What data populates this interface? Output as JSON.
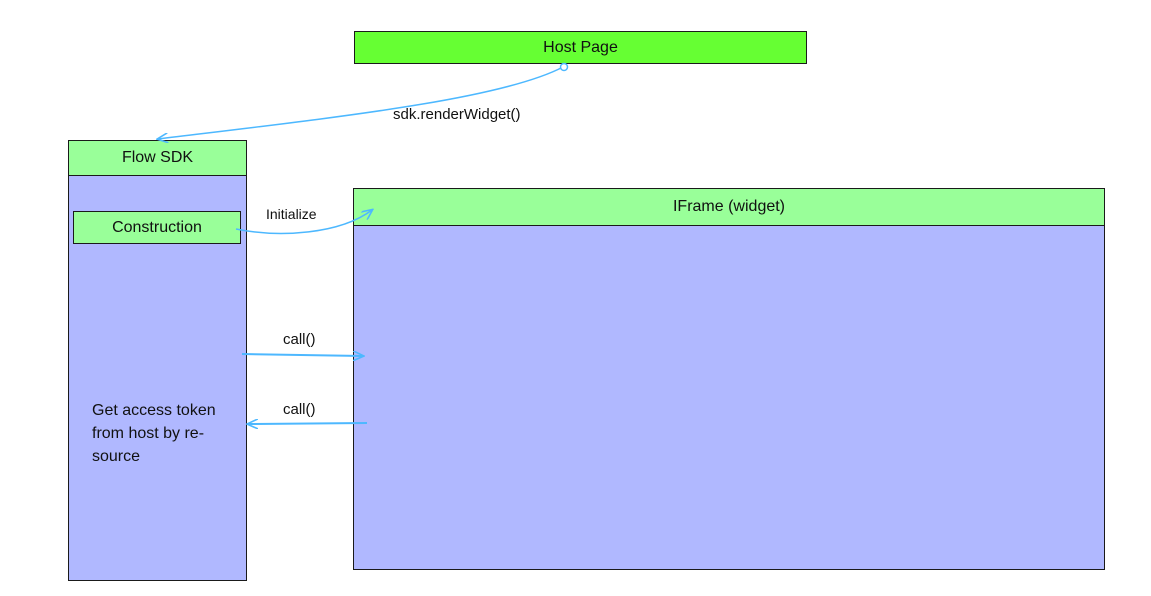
{
  "host_page": {
    "title": "Host Page"
  },
  "flow_sdk": {
    "title": "Flow SDK",
    "construction": "Construction",
    "token_note": [
      "Get access token",
      "from host by re-",
      "source"
    ]
  },
  "iframe": {
    "title": "IFrame (widget)"
  },
  "edges": {
    "render": "sdk.renderWidget()",
    "initialize": "Initialize",
    "call_out": "call()",
    "call_back": "call()"
  },
  "colors": {
    "host_fill": "#66ff33",
    "header_fill": "#99ff99",
    "body_fill": "#b0b8ff",
    "arrow": "#4db8ff"
  }
}
